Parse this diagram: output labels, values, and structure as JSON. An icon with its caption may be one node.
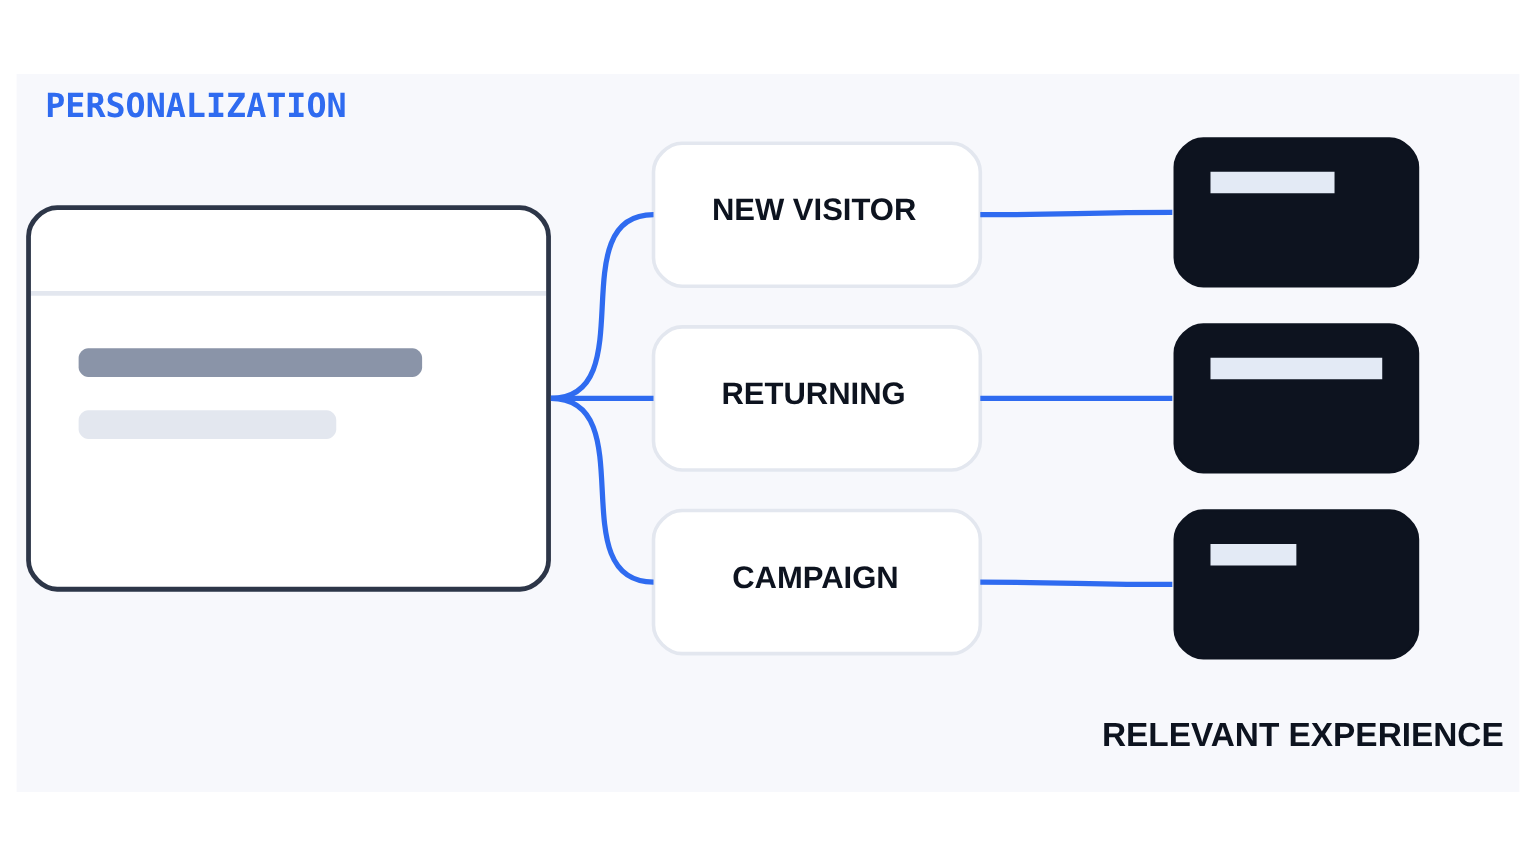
{
  "diagram": {
    "title": "PERSONALIZATION",
    "nodes": [
      {
        "text": [],
        "shape": "box"
      },
      {
        "text": [
          "NEW VISITOR"
        ]
      },
      {
        "text": [
          "RETURNING"
        ]
      },
      {
        "text": [
          "CAMPAIGN"
        ]
      },
      {
        "text": [],
        "shape": "box"
      },
      {
        "text": [],
        "shape": "box"
      },
      {
        "text": [],
        "shape": "box"
      }
    ],
    "edges": [
      {
        "from": 0,
        "to": 1,
        "arrow": "none"
      },
      {
        "from": 0,
        "to": 2,
        "arrow": "none"
      },
      {
        "from": 0,
        "to": 3,
        "arrow": "none"
      },
      {
        "from": 1,
        "to": 4,
        "arrow": "none"
      },
      {
        "from": 2,
        "to": 5,
        "arrow": "none"
      },
      {
        "from": 3,
        "to": 6,
        "arrow": "none"
      }
    ],
    "labels": [
      "RELEVANT EXPERIENCE"
    ]
  }
}
